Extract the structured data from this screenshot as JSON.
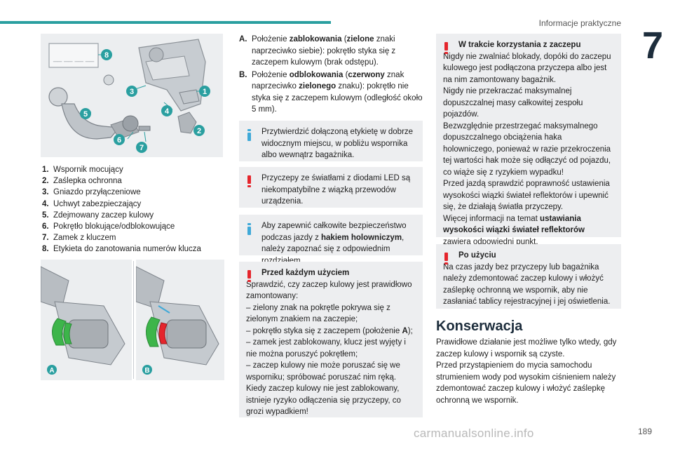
{
  "header": {
    "title": "Informacje praktyczne",
    "chapter": "7"
  },
  "figure_top": {
    "plate_text": "__ __ __ __",
    "callouts": [
      "8",
      "3",
      "1",
      "4",
      "5",
      "2",
      "6",
      "7"
    ]
  },
  "legend": [
    {
      "n": "1.",
      "text": "Wspornik mocujący"
    },
    {
      "n": "2.",
      "text": "Zaślepka ochronna"
    },
    {
      "n": "3.",
      "text": "Gniazdo przyłączeniowe"
    },
    {
      "n": "4.",
      "text": "Uchwyt zabezpieczający"
    },
    {
      "n": "5.",
      "text": "Zdejmowany zaczep kulowy"
    },
    {
      "n": "6.",
      "text": "Pokrętło blokujące/odblokowujące"
    },
    {
      "n": "7.",
      "text": "Zamek z kluczem"
    },
    {
      "n": "8.",
      "text": "Etykieta do zanotowania numerów klucza"
    }
  ],
  "figures_ab": {
    "a_label": "A",
    "b_label": "B"
  },
  "states": {
    "a": {
      "label": "A.",
      "p1": "Położenie ",
      "b1": "zablokowania",
      "p2": " (",
      "b2": "zielone",
      "p3": " znaki naprzeciwko siebie): pokrętło styka się z zaczepem kulowym (brak odstępu)."
    },
    "b": {
      "label": "B.",
      "p1": "Położenie ",
      "b1": "odblokowania",
      "p2": " (",
      "b2": "czerwony",
      "p3": " znak naprzeciwko ",
      "b3": "zielonego",
      "p4": " znaku): pokrętło nie styka się z zaczepem kulowym (odległość około 5 mm)."
    }
  },
  "note_label": {
    "text": "Przytwierdzić dołączoną etykietę w dobrze widocznym miejscu, w pobliżu wspornika albo wewnątrz bagażnika."
  },
  "warn_led": {
    "text": "Przyczepy ze światłami z diodami LED są niekompatybilne z wiązką przewodów urządzenia."
  },
  "note_safety": {
    "p1": "Aby zapewnić całkowite bezpieczeństwo podczas jazdy z ",
    "b1": "hakiem holowniczym",
    "p2": ", należy zapoznać się z odpowiednim rozdziałem."
  },
  "warn_before": {
    "title": "Przed każdym użyciem",
    "lines": [
      "Sprawdzić, czy zaczep kulowy jest prawidłowo zamontowany:",
      "– zielony znak na pokrętle pokrywa się z zielonym znakiem na zaczepie;"
    ],
    "bullet2_p1": "– pokrętło styka się z zaczepem (położenie ",
    "bullet2_b": "A",
    "bullet2_p2": ");",
    "lines2": [
      "– zamek jest zablokowany, klucz jest wyjęty i nie można poruszyć pokrętłem;",
      "– zaczep kulowy nie może poruszać się we wsporniku; spróbować poruszać nim ręką.",
      "Kiedy zaczep kulowy nie jest zablokowany, istnieje ryzyko odłączenia się przyczepy, co grozi wypadkiem!"
    ]
  },
  "warn_use": {
    "title": "W trakcie korzystania z zaczepu",
    "lines": [
      "Nigdy nie zwalniać blokady, dopóki do zaczepu kulowego jest podłączona przyczepa albo jest na nim zamontowany bagażnik.",
      "Nigdy nie przekraczać maksymalnej dopuszczalnej masy całkowitej zespołu pojazdów.",
      "Bezwzględnie przestrzegać maksymalnego dopuszczalnego obciążenia haka holowniczego, ponieważ w razie przekroczenia tej wartości hak może się odłączyć od pojazdu, co wiąże się z ryzykiem wypadku!",
      "Przed jazdą sprawdzić poprawność ustawienia wysokości wiązki świateł reflektorów i upewnić się, że działają światła przyczepy."
    ],
    "last_p1": "Więcej informacji na temat ",
    "last_b": "ustawiania wysokości wiązki świateł reflektorów",
    "last_p2": " zawiera odpowiedni punkt."
  },
  "warn_after": {
    "title": "Po użyciu",
    "text": "Na czas jazdy bez przyczepy lub bagażnika należy zdemontować zaczep kulowy i włożyć zaślepkę ochronną we wspornik, aby nie zasłaniać tablicy rejestracyjnej i jej oświetlenia."
  },
  "section": {
    "heading": "Konserwacja",
    "p1": "Prawidłowe działanie jest możliwe tylko wtedy, gdy zaczep kulowy i wspornik są czyste.",
    "p2": "Przed przystąpieniem do mycia samochodu strumieniem wody pod wysokim ciśnieniem należy zdemontować zaczep kulowy i włożyć zaślepkę ochronną we wspornik."
  },
  "footer": {
    "page": "189",
    "watermark": "carmanualsonline.info"
  },
  "colors": {
    "accent": "#2a9fa0",
    "callout": "#2a9fa0",
    "warn": "#e5252c",
    "info": "#3fa9d8",
    "box_bg": "#edeef0",
    "green": "#3db54a"
  }
}
